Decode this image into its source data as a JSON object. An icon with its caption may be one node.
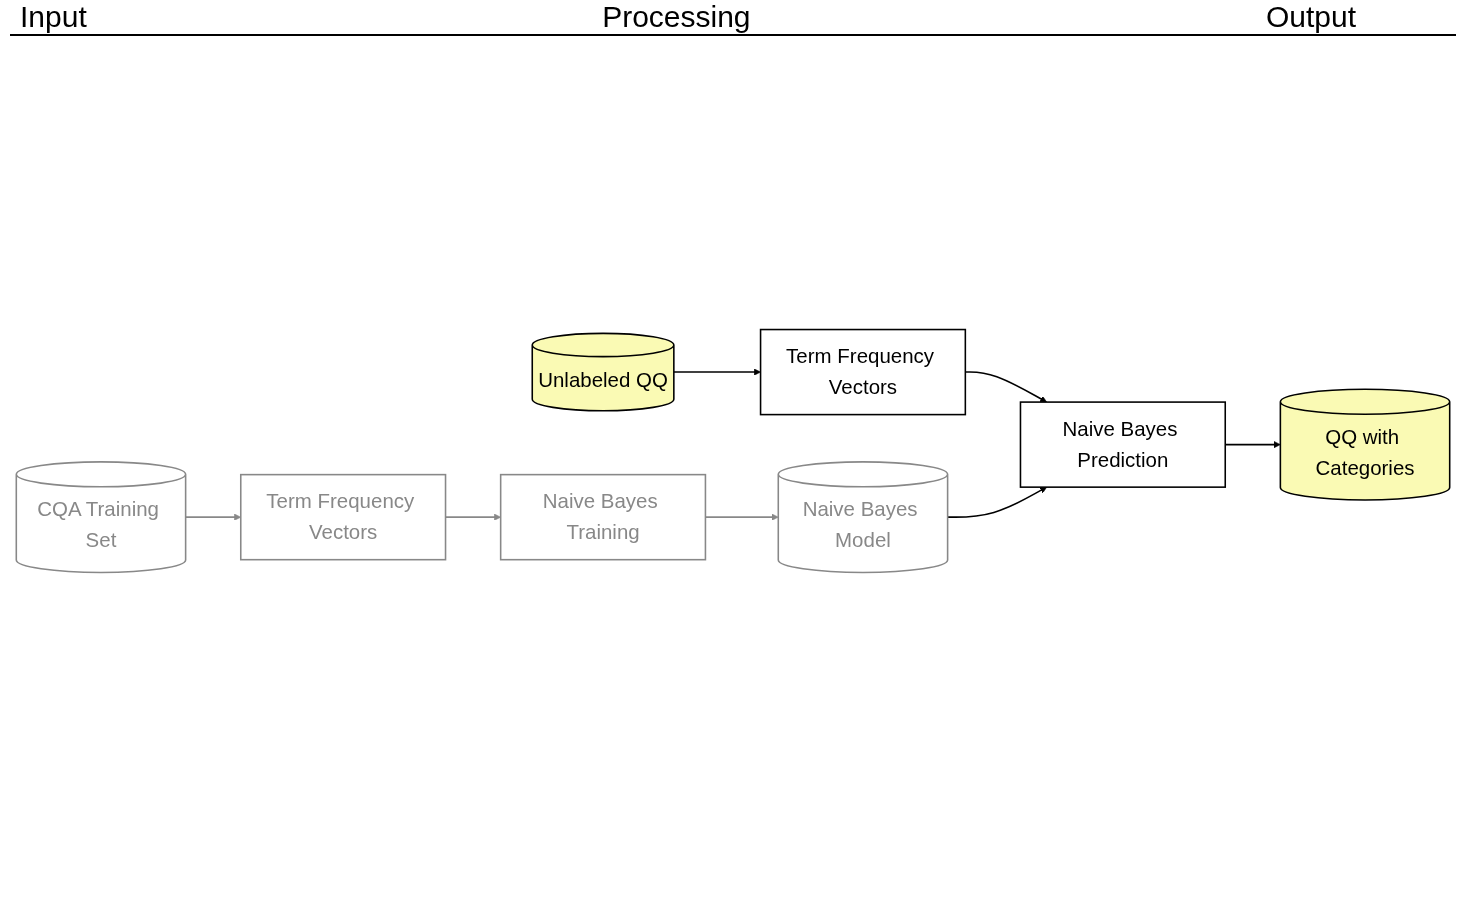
{
  "diagram": {
    "nodes": [
      {
        "text": [
          "CQA Training Set"
        ]
      },
      {
        "text": [
          "Term Frequency Vectors"
        ]
      },
      {
        "text": [
          "Naive Bayes Training"
        ]
      },
      {
        "text": [
          "Unlabeled QQ"
        ]
      },
      {
        "text": [
          "Term Frequency Vectors"
        ]
      },
      {
        "text": [
          "Naive Bayes Model"
        ]
      },
      {
        "text": [
          "Naive Bayes Prediction"
        ]
      },
      {
        "text": [
          "QQ with Categories"
        ]
      }
    ],
    "edges": [
      {
        "from": 0,
        "to": 1,
        "arrow": "to",
        "color": "#888888"
      },
      {
        "from": 1,
        "to": 2,
        "arrow": "to",
        "color": "#888888"
      },
      {
        "from": 2,
        "to": 5,
        "arrow": "to",
        "color": "#888888"
      },
      {
        "from": 3,
        "to": 4,
        "arrow": "to"
      },
      {
        "from": 4,
        "to": 6,
        "arrow": "to"
      },
      {
        "from": 5,
        "to": 6,
        "arrow": "to"
      },
      {
        "from": 6,
        "to": 7,
        "arrow": "to"
      }
    ],
    "labels": [
      "Input",
      "Processing",
      "Output"
    ]
  }
}
